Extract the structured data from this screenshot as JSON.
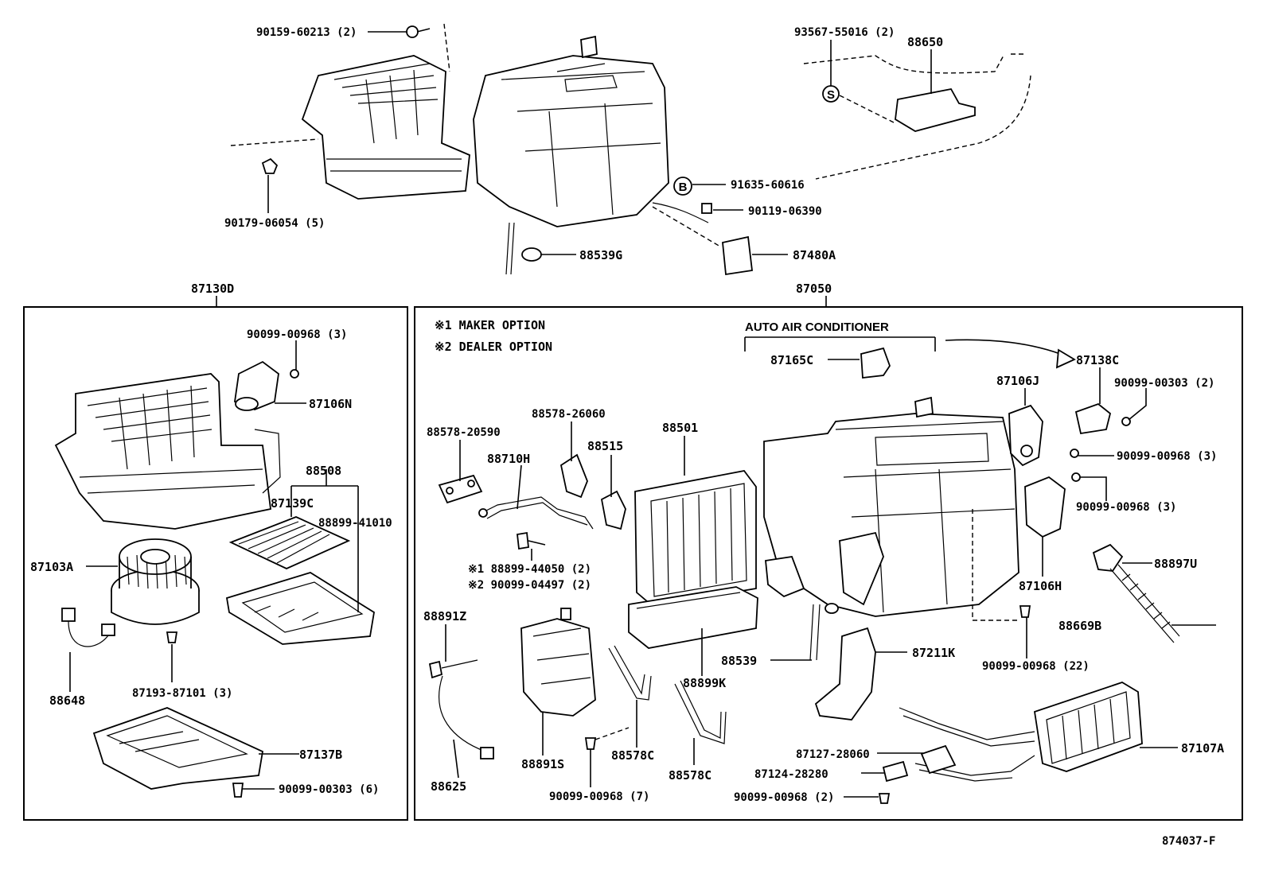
{
  "top_labels": {
    "p90159": "90159-60213 (2)",
    "p90179": "90179-06054 (5)",
    "p93567": "93567-55016 (2)",
    "p88650": "88650",
    "p91635": "91635-60616",
    "p90119": "90119-06390",
    "p88539g": "88539G",
    "p87480a": "87480A",
    "callout_s": "S",
    "callout_b": "B"
  },
  "left_box": {
    "title": "87130D",
    "labels": {
      "p90099_3": "90099-00968 (3)",
      "p87106n": "87106N",
      "p88508": "88508",
      "p87139c": "87139C",
      "p88899": "88899-41010",
      "p87103a": "87103A",
      "p88648": "88648",
      "p87193": "87193-87101 (3)",
      "p87137b": "87137B",
      "p90099_6": "90099-00303 (6)"
    }
  },
  "right_box": {
    "title": "87050",
    "note1": "※1  MAKER OPTION",
    "note2": "※2  DEALER OPTION",
    "auto_ac": "AUTO AIR CONDITIONER",
    "labels": {
      "p87165c": "87165C",
      "p87138c": "87138C",
      "p87106j": "87106J",
      "p90099_303_2": "90099-00303 (2)",
      "p90099_968_3a": "90099-00968 (3)",
      "p90099_968_3b": "90099-00968 (3)",
      "p88578_20590": "88578-20590",
      "p88578_26060": "88578-26060",
      "p88710h": "88710H",
      "p88515": "88515",
      "p88501": "88501",
      "p88899_44050": "※1  88899-44050 (2)",
      "p90099_04497": "※2  90099-04497 (2)",
      "p87106h": "87106H",
      "p88897u": "88897U",
      "p88669b": "88669B",
      "p88891z": "88891Z",
      "p88539": "88539",
      "p87211k": "87211K",
      "p88899k": "88899K",
      "p90099_968_22": "90099-00968 (22)",
      "p88625": "88625",
      "p88891s": "88891S",
      "p88578c_a": "88578C",
      "p88578c_b": "88578C",
      "p90099_968_7": "90099-00968 (7)",
      "p87127": "87127-28060",
      "p87124": "87124-28280",
      "p90099_968_2": "90099-00968 (2)",
      "p87107a": "87107A"
    }
  },
  "figure_id": "874037-F"
}
